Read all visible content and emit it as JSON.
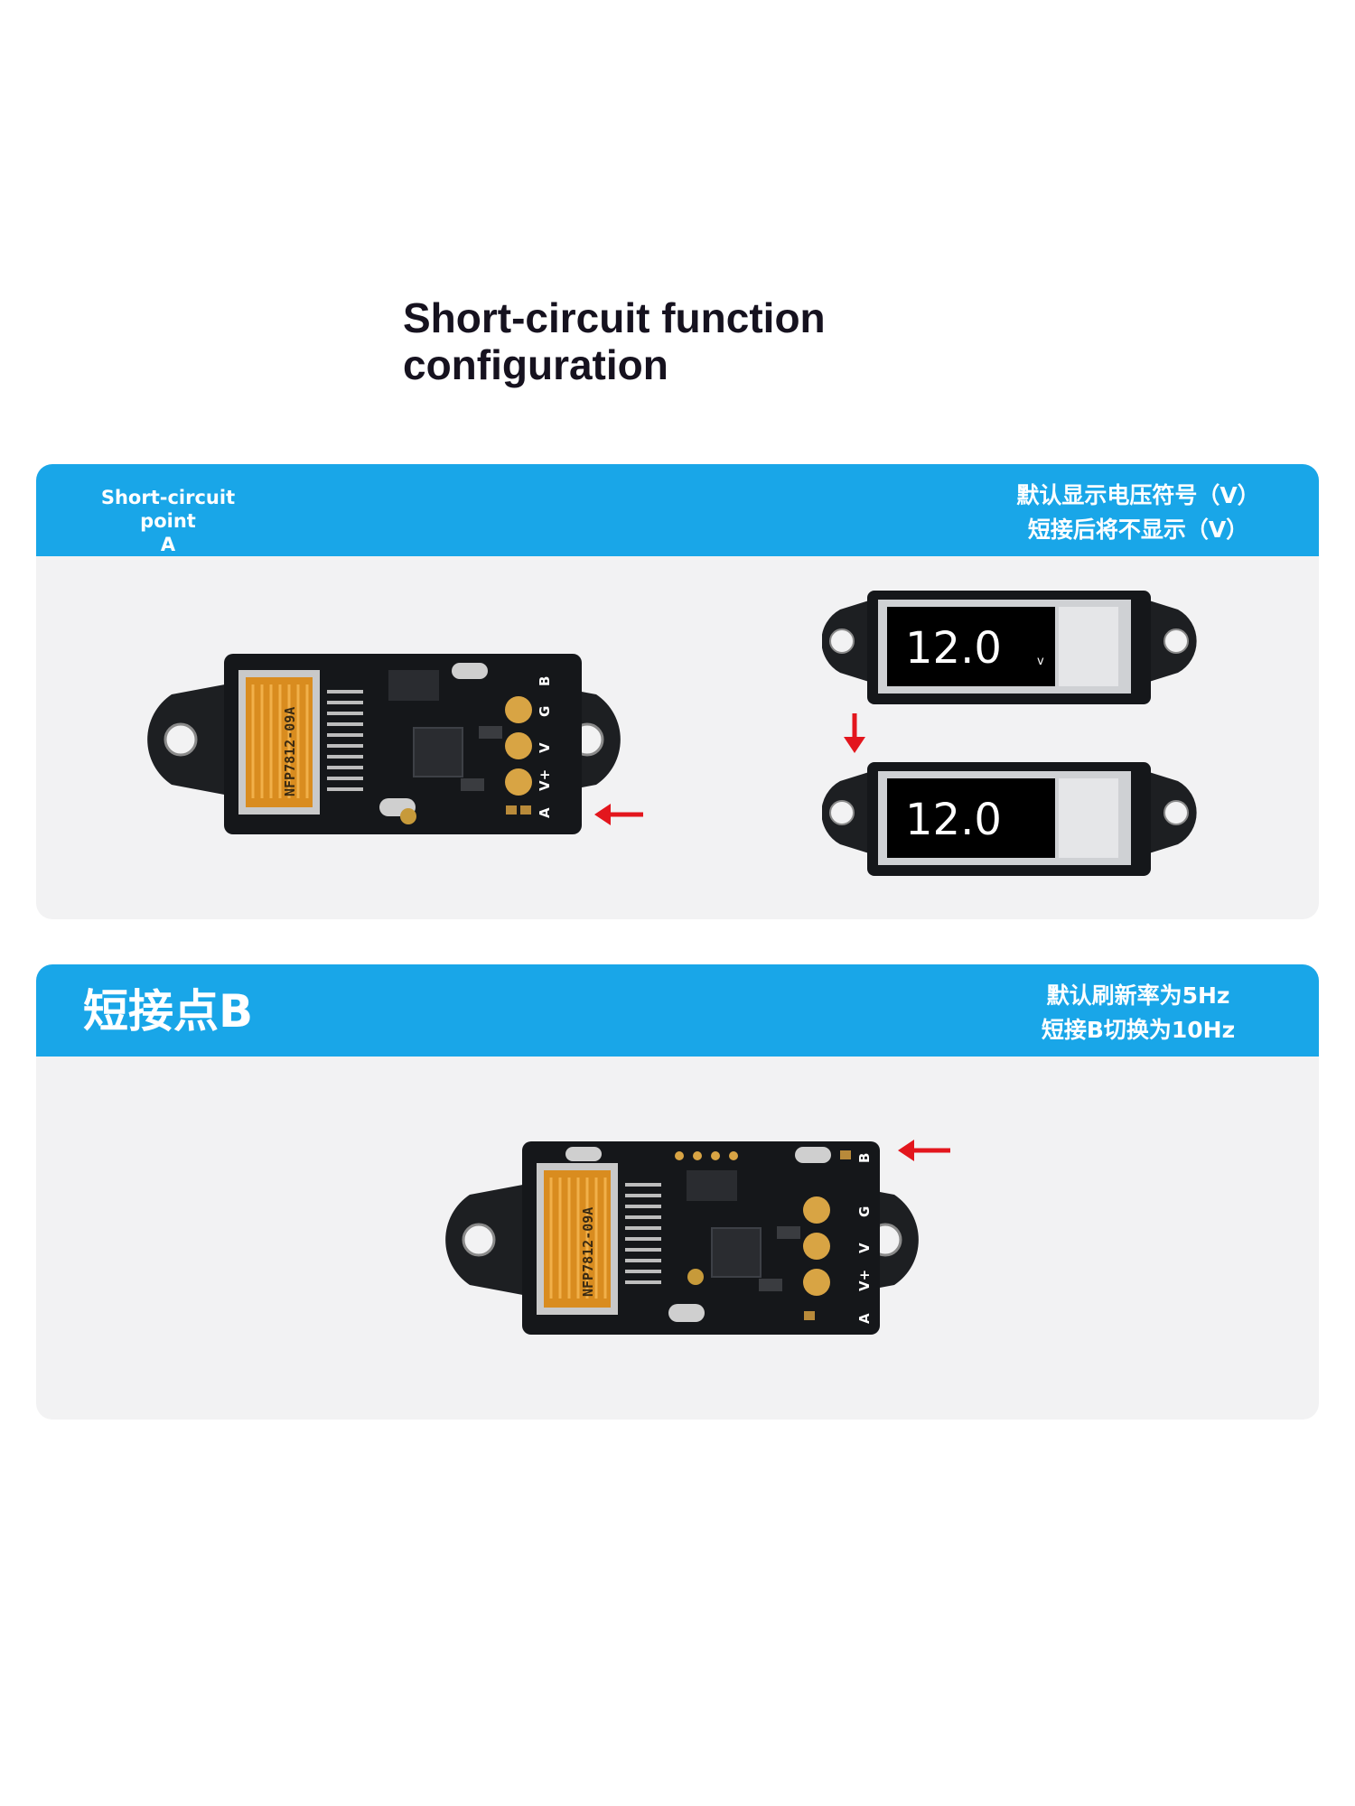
{
  "title": {
    "line1": "Short-circuit function",
    "line2": "configuration"
  },
  "section_a": {
    "label_line1": "Short-circuit point",
    "label_line2": "A",
    "note_line1": "默认显示电压符号（V）",
    "note_line2": "短接后将不显示（V）",
    "display_top_value": "12.0",
    "display_top_unit": "v",
    "display_bottom_value": "12.0"
  },
  "section_b": {
    "label": "短接点B",
    "note_line1": "默认刷新率为5Hz",
    "note_line2": "短接B切换为10Hz"
  },
  "board": {
    "pads": [
      "B",
      "G",
      "V",
      "V+",
      "A"
    ],
    "fpc_text": "NFP7812-09A"
  },
  "colors": {
    "accent_blue": "#19a6e8",
    "panel_gray": "#f2f2f3",
    "arrow_red": "#e3161d",
    "fpc_gold": "#d98c1f"
  }
}
